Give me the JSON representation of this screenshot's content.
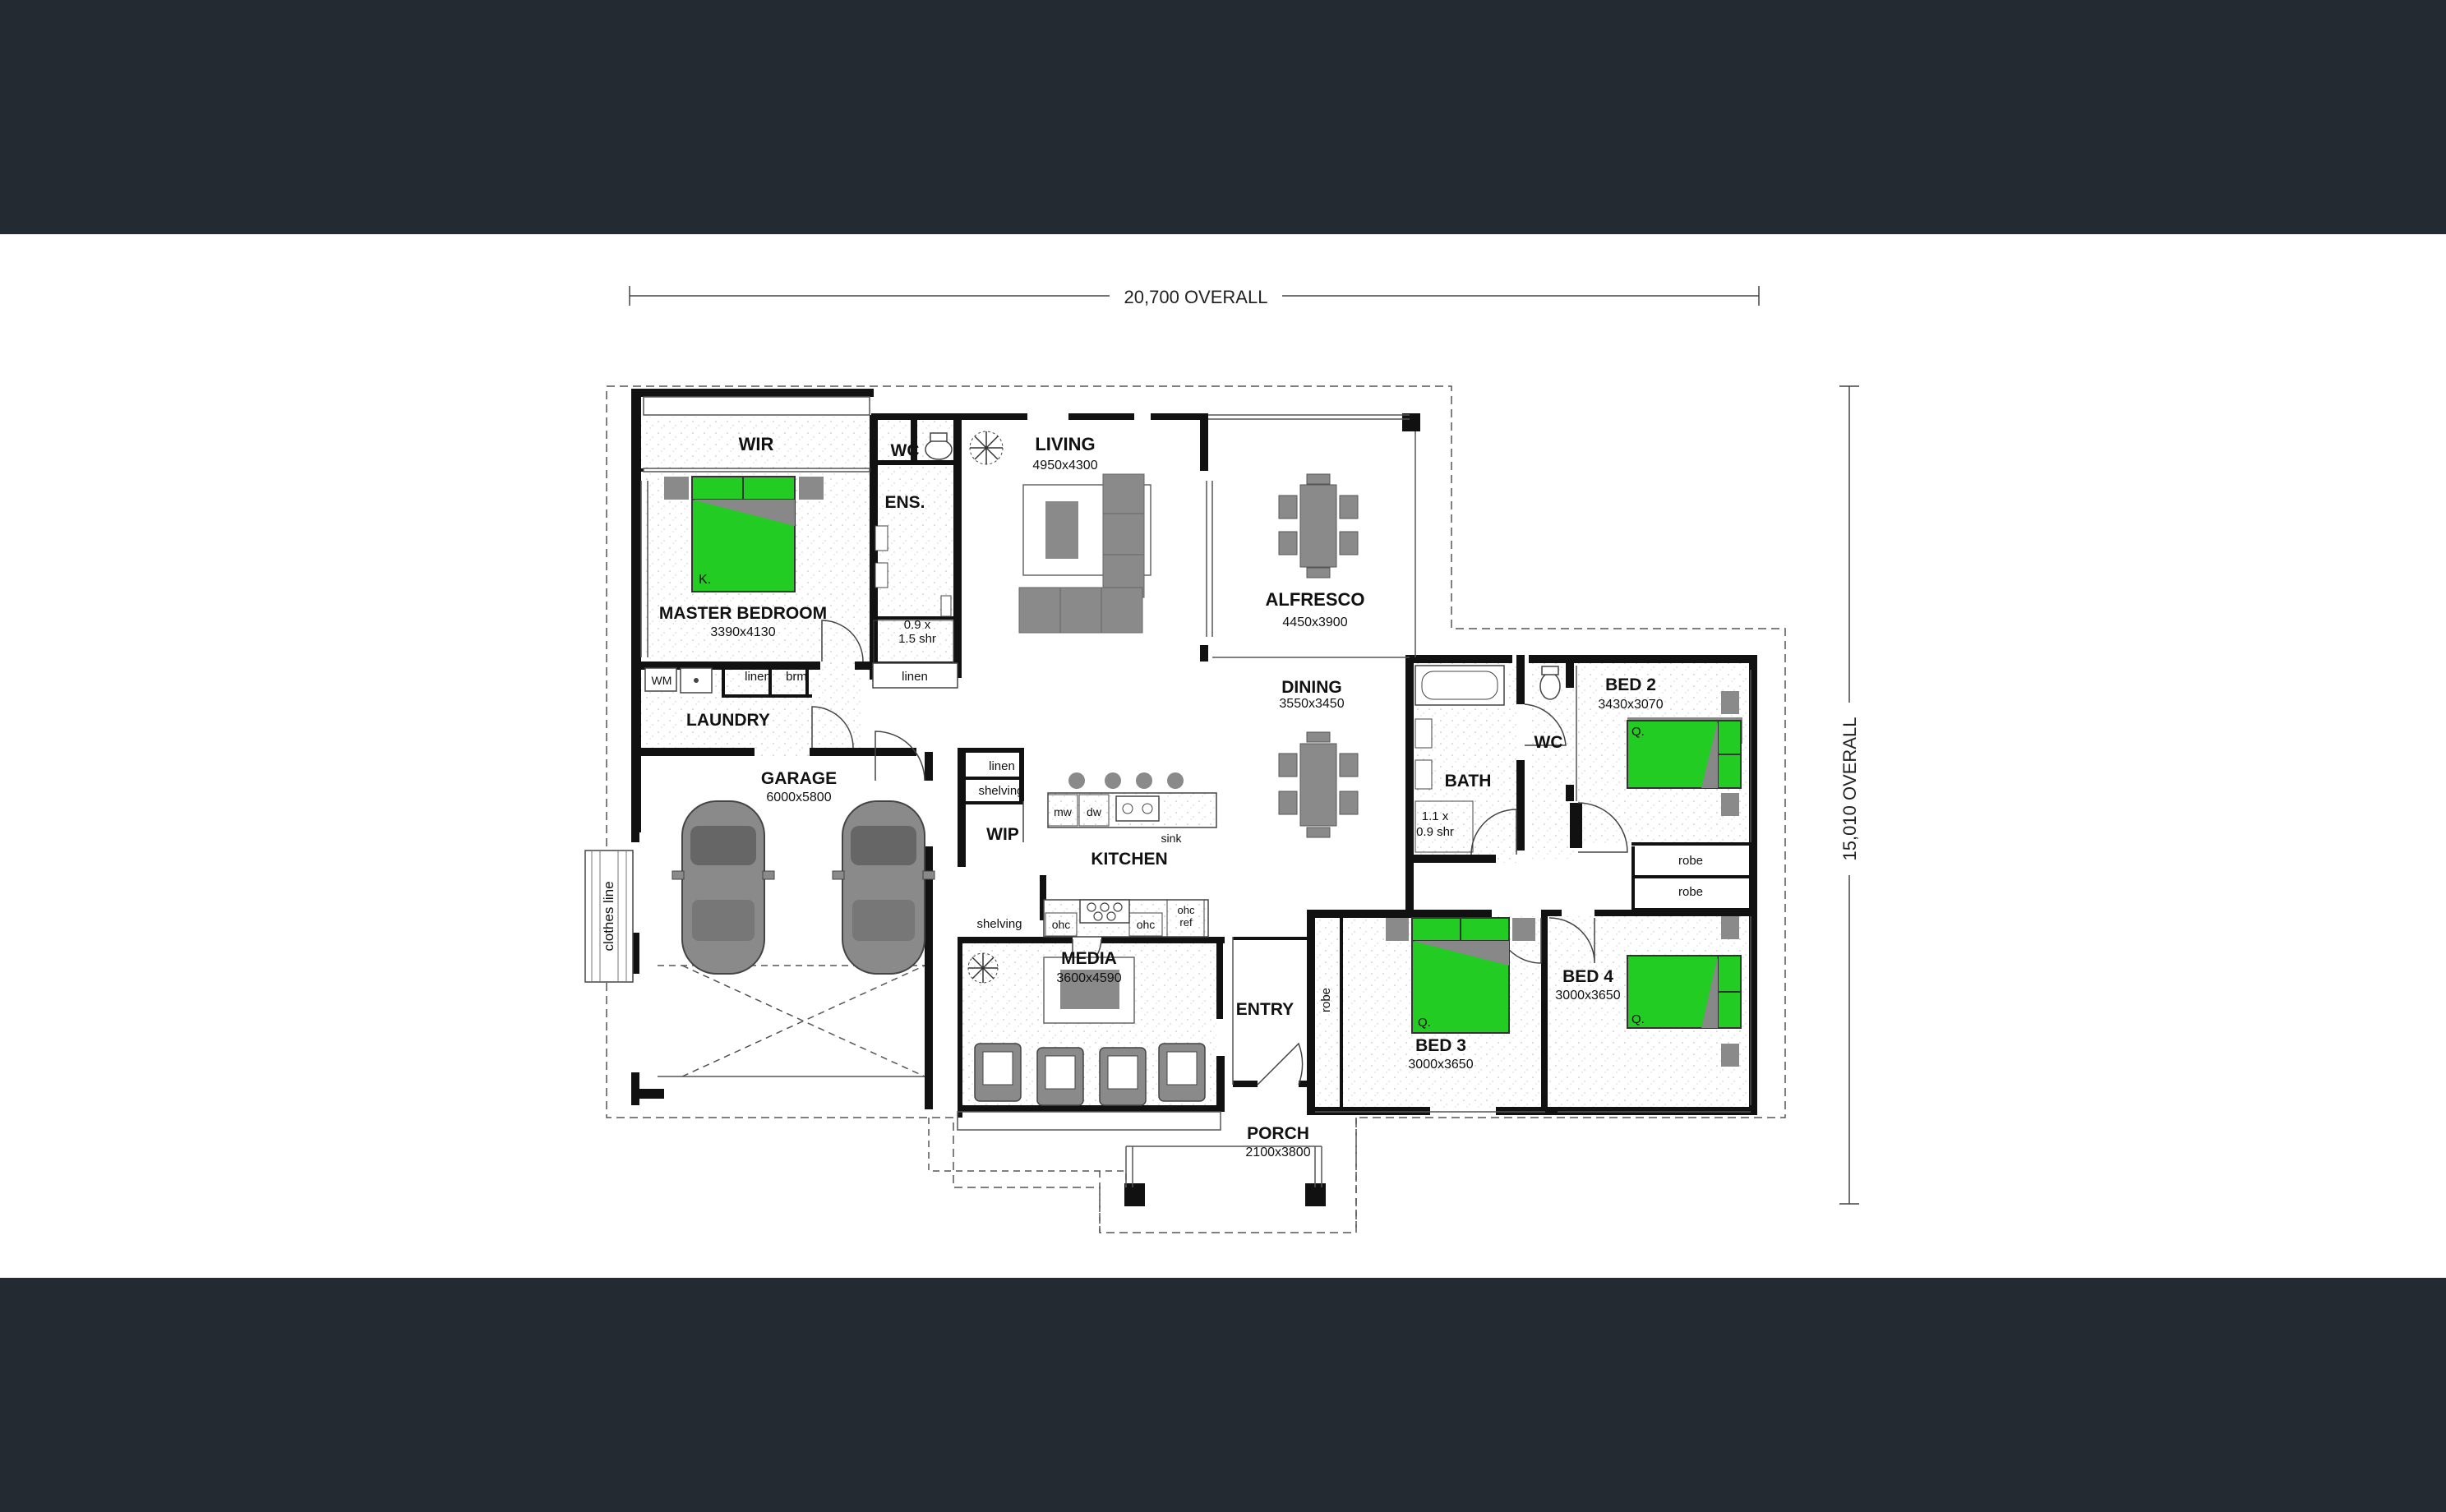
{
  "plan": {
    "dimensions": {
      "overall_width": "20,700 OVERALL",
      "overall_depth": "15,010 OVERALL"
    },
    "rooms": {
      "wir": "WIR",
      "master_bedroom": {
        "name": "MASTER BEDROOM",
        "size": "3390x4130"
      },
      "wc_ensuite": "WC",
      "ensuite": "ENS.",
      "living": {
        "name": "LIVING",
        "size": "4950x4300"
      },
      "alfresco": {
        "name": "ALFRESCO",
        "size": "4450x3900"
      },
      "laundry": "LAUNDRY",
      "garage": {
        "name": "GARAGE",
        "size": "6000x5800"
      },
      "wip": "WIP",
      "kitchen": "KITCHEN",
      "dining": {
        "name": "DINING",
        "size": "3550x3450"
      },
      "bath": "BATH",
      "wc_main": "WC",
      "bed2": {
        "name": "BED 2",
        "size": "3430x3070"
      },
      "media": {
        "name": "MEDIA",
        "size": "3600x4590"
      },
      "entry": "ENTRY",
      "bed3": {
        "name": "BED 3",
        "size": "3000x3650"
      },
      "bed4": {
        "name": "BED 4",
        "size": "3000x3650"
      },
      "porch": {
        "name": "PORCH",
        "size": "2100x3800"
      }
    },
    "fixtures": {
      "shower_ens_1": "0.9 x",
      "shower_ens_2": "1.5 shr",
      "linen_ens": "linen",
      "wm": "WM",
      "linen_laundry": "linen",
      "brm": "brm",
      "linen_wip": "linen",
      "shelving_wip": "shelving",
      "shelving_media": "shelving",
      "mw": "mw",
      "dw": "dw",
      "sink": "sink",
      "ohc_1": "ohc",
      "ohc_2": "ohc",
      "ohc_ref_1": "ohc",
      "ohc_ref_2": "ref",
      "shower_bath_1": "1.1 x",
      "shower_bath_2": "0.9 shr",
      "robe_bed2": "robe",
      "robe_bed4": "robe",
      "robe_bed3": "robe",
      "clothes_line": "clothes line",
      "bed_master": "K.",
      "bed_2": "Q.",
      "bed_3": "Q.",
      "bed_4": "Q."
    },
    "colors": {
      "bed_green": "#22cc22",
      "wall": "#111111",
      "furniture": "#8a8a8a"
    }
  }
}
